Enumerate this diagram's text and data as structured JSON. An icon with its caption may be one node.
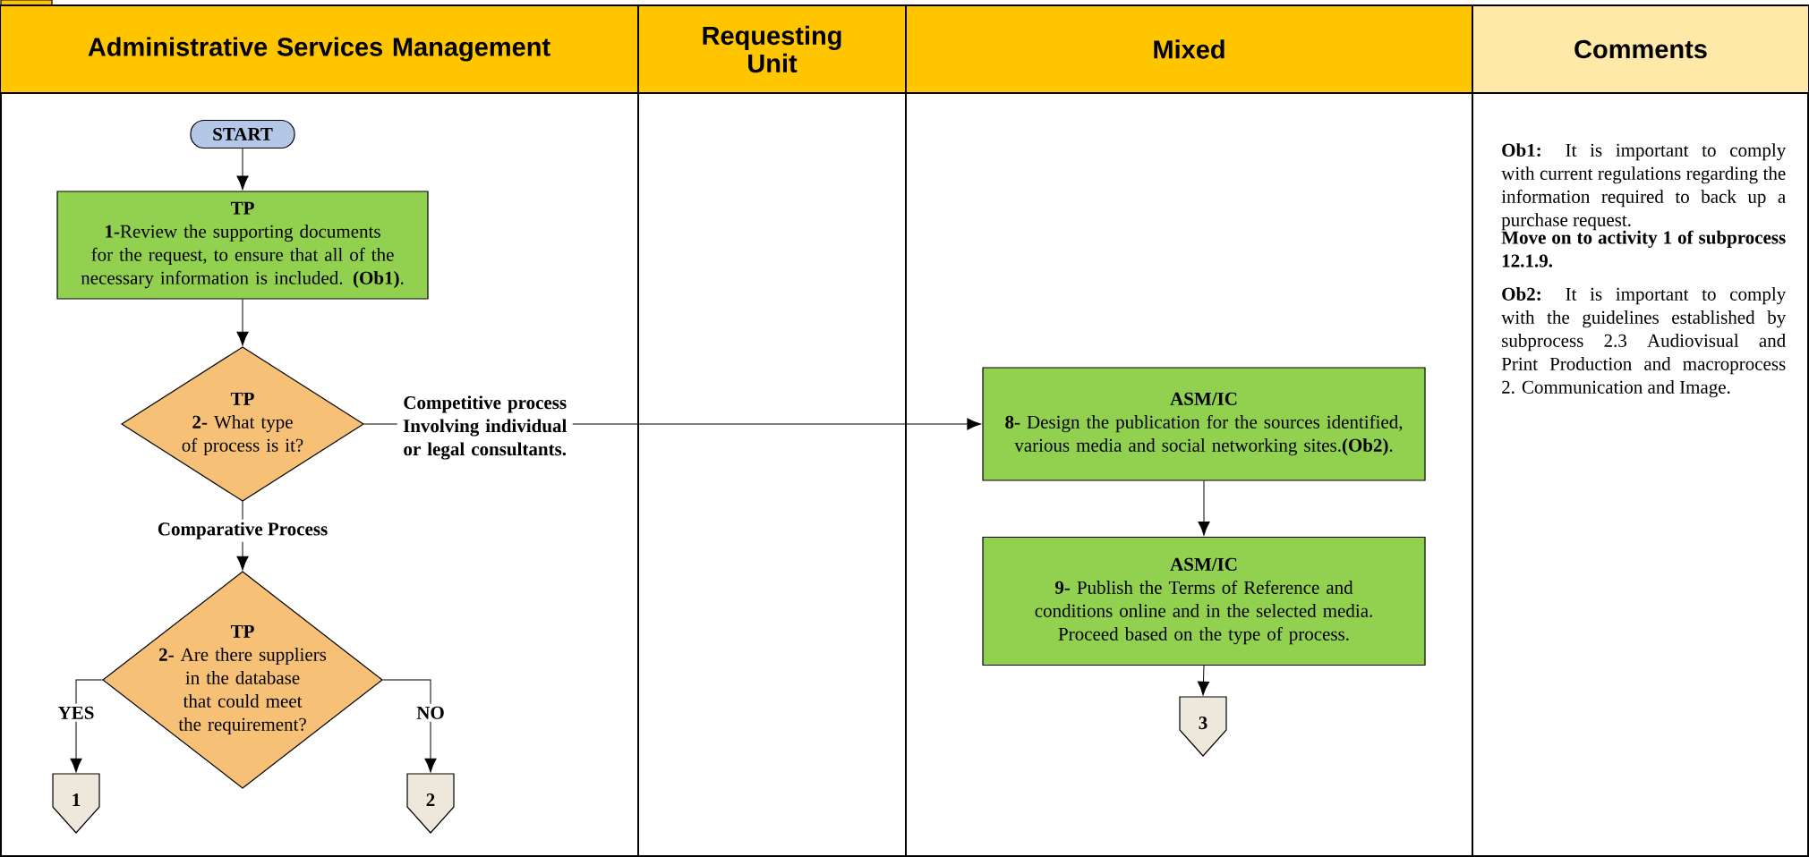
{
  "diagram": {
    "nodes": [
      {
        "text": [
          "Administrative Services Management"
        ]
      },
      {
        "text": [
          "Requesting Unit"
        ]
      },
      {
        "text": [
          "Mixed"
        ]
      },
      {
        "text": [
          "Comments"
        ]
      },
      {
        "text": [
          "START"
        ]
      },
      {
        "text": [
          "TP",
          "**1-**Review the supporting documents for the request, to ensure that all of the necessary information is included. **(Ob1)**."
        ]
      },
      {
        "text": [
          "TP",
          "**2-** What type of process is it?"
        ]
      },
      {
        "text": [
          "TP",
          "**2-** Are there suppliers in the database that could meet the requirement?"
        ]
      },
      {
        "text": [
          "1"
        ]
      },
      {
        "text": [
          "2"
        ]
      },
      {
        "text": [
          "ASM/IC",
          "**8-** Design the publication for the sources identified, various media and social networking sites.**(Ob2)**."
        ]
      },
      {
        "text": [
          "ASM/IC",
          "**9-** Publish the Terms of Reference and conditions online and in the selected media. Proceed based on the type of process."
        ]
      },
      {
        "text": [
          "3"
        ]
      }
    ],
    "edges": [
      {
        "from": 4,
        "to": 5,
        "arrow": "to"
      },
      {
        "from": 5,
        "to": 6,
        "arrow": "to"
      },
      {
        "from": 6,
        "to": 10,
        "arrow": "to",
        "label": "Competitive process Involving individual or legal consultants."
      },
      {
        "from": 6,
        "to": 7,
        "arrow": "to",
        "label": "Comparative Process"
      },
      {
        "from": 7,
        "to": 8,
        "arrow": "to",
        "label": "YES"
      },
      {
        "from": 7,
        "to": 9,
        "arrow": "to",
        "label": "NO"
      },
      {
        "from": 10,
        "to": 11,
        "arrow": "to"
      },
      {
        "from": 11,
        "to": 12,
        "arrow": "to"
      }
    ],
    "labels": [
      "**Ob1:** It is important to comply with current regulations regarding the information required to back up a purchase request.",
      "Move on to activity 1 of subprocess 12.1.9.",
      "**Ob2:** It is important to comply with the guidelines established by subprocess 2.3 Audiovisual and Print Production and macroprocess 2. Communication and Image."
    ]
  }
}
